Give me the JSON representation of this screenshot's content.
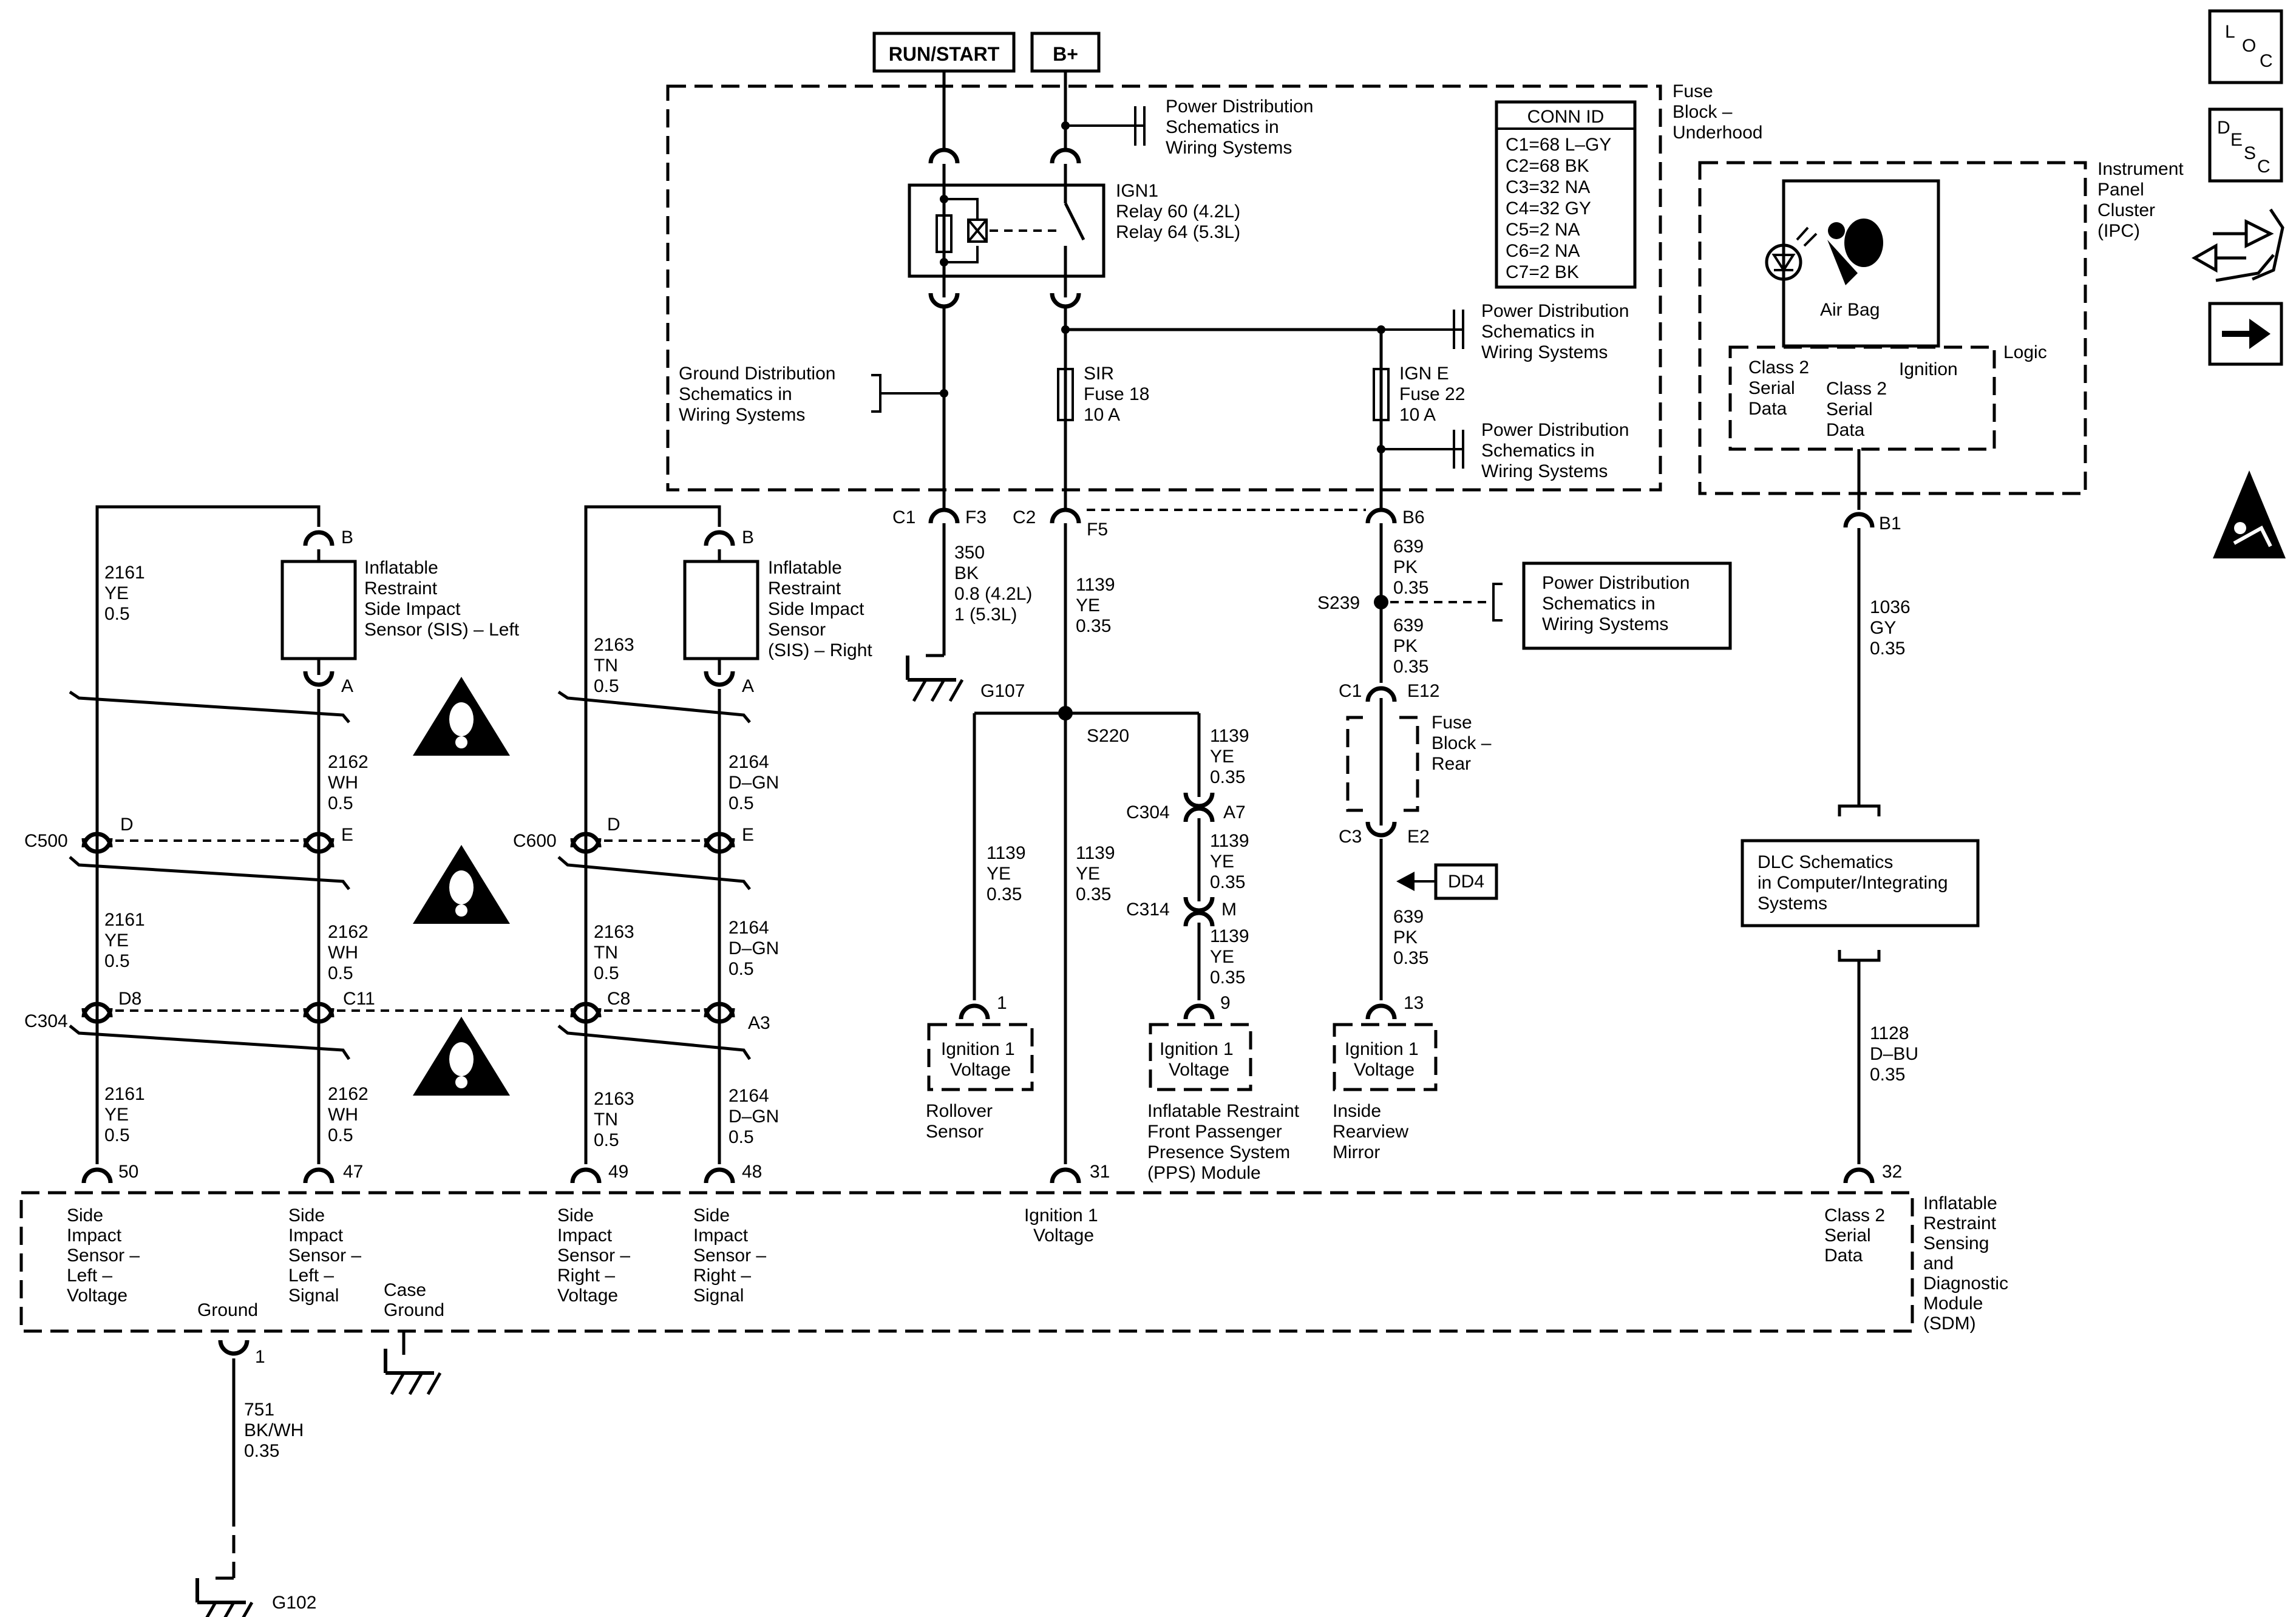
{
  "power": {
    "run_start": "RUN/START",
    "b_plus": "B+"
  },
  "fuse_block_underhood": [
    "Fuse",
    "Block –",
    "Underhood"
  ],
  "power_dist_1": [
    "Power Distribution",
    "Schematics in",
    "Wiring Systems"
  ],
  "power_dist_2": [
    "Power Distribution",
    "Schematics in",
    "Wiring Systems"
  ],
  "power_dist_3": [
    "Power Distribution",
    "Schematics in",
    "Wiring Systems"
  ],
  "power_dist_4": [
    "Power Distribution",
    "Schematics in",
    "Wiring Systems"
  ],
  "ground_dist": [
    "Ground Distribution",
    "Schematics in",
    "Wiring Systems"
  ],
  "relay": [
    "IGN1",
    "Relay 60 (4.2L)",
    "Relay 64 (5.3L)"
  ],
  "conn_id": {
    "title": "CONN ID",
    "rows": [
      "C1=68 L–GY",
      "C2=68 BK",
      "C3=32 NA",
      "C4=32 GY",
      "C5=2 NA",
      "C6=2 NA",
      "C7=2 BK"
    ]
  },
  "fuse_sir": [
    "SIR",
    "Fuse 18",
    "10 A"
  ],
  "fuse_igne": [
    "IGN E",
    "Fuse 22",
    "10 A"
  ],
  "ipc": {
    "title": [
      "Instrument",
      "Panel",
      "Cluster",
      "(IPC)"
    ],
    "air_bag": "Air Bag",
    "logic": "Logic",
    "ignition": "Ignition",
    "class2_a": [
      "Class 2",
      "Serial",
      "Data"
    ],
    "class2_b": [
      "Class 2",
      "Serial",
      "Data"
    ],
    "pin_b1": "B1"
  },
  "icons": {
    "loc": [
      "L",
      "O",
      "C"
    ],
    "desc": [
      "D",
      "E",
      "S",
      "C"
    ]
  },
  "conn": {
    "c1": "C1",
    "f3": "F3",
    "c2": "C2",
    "f5": "F5",
    "b6": "B6",
    "s239": "S239",
    "c1b": "C1",
    "e12": "E12",
    "c3": "C3",
    "e2": "E2",
    "s220": "S220",
    "c304": "C304",
    "a7": "A7",
    "c314": "C314",
    "m": "M",
    "pin1": "1",
    "pin9": "9",
    "pin13": "13",
    "pin31": "31",
    "pin32": "32",
    "c500": "C500",
    "c600": "C600",
    "c304b": "C304",
    "b_l": "B",
    "a_l": "A",
    "b_r": "B",
    "a_r": "A",
    "d_l": "D",
    "e_l": "E",
    "d_r": "D",
    "e_r": "E",
    "d8": "D8",
    "c11": "C11",
    "c8": "C8",
    "a3": "A3",
    "p50": "50",
    "p47": "47",
    "p49": "49",
    "p48": "48",
    "p1": "1"
  },
  "wires": {
    "w350": [
      "350",
      "BK",
      "0.8 (4.2L)",
      "1 (5.3L)"
    ],
    "w1139_main": [
      "1139",
      "YE",
      "0.35"
    ],
    "w1139_pps1": [
      "1139",
      "YE",
      "0.35"
    ],
    "w1139_pps2": [
      "1139",
      "YE",
      "0.35"
    ],
    "w1139_pps3": [
      "1139",
      "YE",
      "0.35"
    ],
    "w1139_rollover": [
      "1139",
      "YE",
      "0.35"
    ],
    "w1139_sdm": [
      "1139",
      "YE",
      "0.35"
    ],
    "w639_a": [
      "639",
      "PK",
      "0.35"
    ],
    "w639_b": [
      "639",
      "PK",
      "0.35"
    ],
    "w639_c": [
      "639",
      "PK",
      "0.35"
    ],
    "w1036": [
      "1036",
      "GY",
      "0.35"
    ],
    "w1128": [
      "1128",
      "D–BU",
      "0.35"
    ],
    "w2161_1": [
      "2161",
      "YE",
      "0.5"
    ],
    "w2161_2": [
      "2161",
      "YE",
      "0.5"
    ],
    "w2161_3": [
      "2161",
      "YE",
      "0.5"
    ],
    "w2162_1": [
      "2162",
      "WH",
      "0.5"
    ],
    "w2162_2": [
      "2162",
      "WH",
      "0.5"
    ],
    "w2162_3": [
      "2162",
      "WH",
      "0.5"
    ],
    "w2163_1": [
      "2163",
      "TN",
      "0.5"
    ],
    "w2163_2": [
      "2163",
      "TN",
      "0.5"
    ],
    "w2163_3": [
      "2163",
      "TN",
      "0.5"
    ],
    "w2164_1": [
      "2164",
      "D–GN",
      "0.5"
    ],
    "w2164_2": [
      "2164",
      "D–GN",
      "0.5"
    ],
    "w2164_3": [
      "2164",
      "D–GN",
      "0.5"
    ],
    "w751": [
      "751",
      "BK/WH",
      "0.35"
    ]
  },
  "grounds": {
    "g107": "G107",
    "g102": "G102"
  },
  "fuse_block_rear": [
    "Fuse",
    "Block –",
    "Rear"
  ],
  "dd4": "DD4",
  "dlc": [
    "DLC Schematics",
    "in Computer/Integrating",
    "Systems"
  ],
  "sensors": {
    "sis_left": [
      "Inflatable",
      "Restraint",
      "Side Impact",
      "Sensor (SIS) – Left"
    ],
    "sis_right": [
      "Inflatable",
      "Restraint",
      "Side Impact",
      "Sensor",
      "(SIS) – Right"
    ]
  },
  "ign_voltage_boxes": [
    [
      "Ignition 1",
      "Voltage"
    ],
    [
      "Ignition 1",
      "Voltage"
    ],
    [
      "Ignition 1",
      "Voltage"
    ]
  ],
  "modules": {
    "rollover": [
      "Rollover",
      "Sensor"
    ],
    "pps": [
      "Inflatable Restraint",
      "Front Passenger",
      "Presence System",
      "(PPS) Module"
    ],
    "mirror": [
      "Inside",
      "Rearview",
      "Mirror"
    ]
  },
  "sdm": {
    "title": [
      "Inflatable",
      "Restraint",
      "Sensing",
      "and",
      "Diagnostic",
      "Module",
      "(SDM)"
    ],
    "sis_left_voltage": [
      "Side",
      "Impact",
      "Sensor –",
      "Left –",
      "Voltage"
    ],
    "sis_left_signal": [
      "Side",
      "Impact",
      "Sensor –",
      "Left –",
      "Signal"
    ],
    "sis_right_voltage": [
      "Side",
      "Impact",
      "Sensor –",
      "Right –",
      "Voltage"
    ],
    "sis_right_signal": [
      "Side",
      "Impact",
      "Sensor –",
      "Right –",
      "Signal"
    ],
    "ign_voltage": [
      "Ignition 1",
      "Voltage"
    ],
    "class2": [
      "Class 2",
      "Serial",
      "Data"
    ],
    "ground": "Ground",
    "case_ground": [
      "Case",
      "Ground"
    ]
  }
}
